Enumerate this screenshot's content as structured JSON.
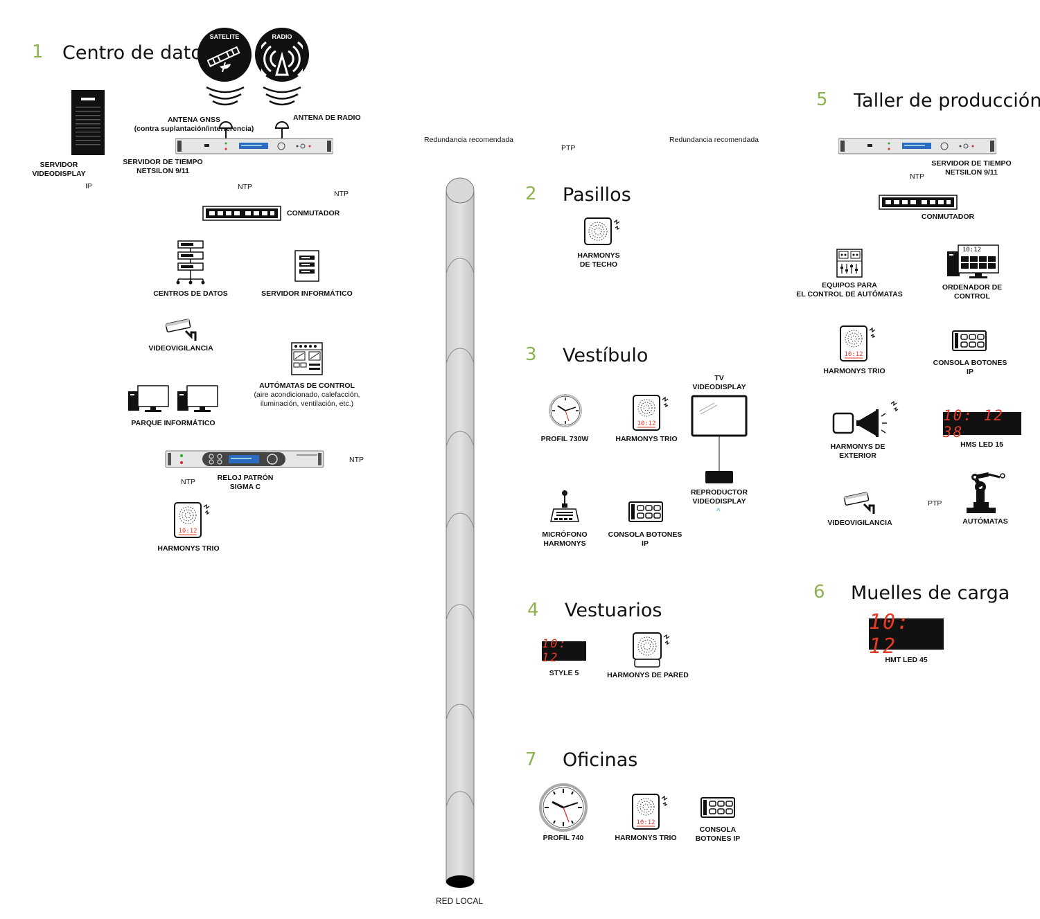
{
  "sections": {
    "s1": {
      "num": "1",
      "title": "Centro de datos"
    },
    "s2": {
      "num": "2",
      "title": "Pasillos"
    },
    "s3": {
      "num": "3",
      "title": "Vestíbulo"
    },
    "s4": {
      "num": "4",
      "title": "Vestuarios"
    },
    "s5": {
      "num": "5",
      "title": "Taller de producción"
    },
    "s6": {
      "num": "6",
      "title": "Muelles de carga"
    },
    "s7": {
      "num": "7",
      "title": "Oficinas"
    }
  },
  "badges": {
    "satellite": "SATELITE",
    "radio": "RADIO"
  },
  "datacenter": {
    "antenna_gnss_l1": "ANTENA GNSS",
    "antenna_gnss_l2": "(contra suplantación/interferencia)",
    "antenna_radio": "ANTENA DE RADIO",
    "server_vd_l1": "SERVIDOR",
    "server_vd_l2": "VIDEODISPLAY",
    "time_server_l1": "SERVIDOR DE TIEMPO",
    "time_server_l2": "NETSILON 9/11",
    "ip": "IP",
    "ntp1": "NTP",
    "ntp2": "NTP",
    "ntp3": "NTP",
    "ntp4": "NTP",
    "switch": "CONMUTADOR",
    "datacenters": "CENTROS DE DATOS",
    "it_server": "SERVIDOR INFORMÁTICO",
    "cctv": "VIDEOVIGILANCIA",
    "automata_l1": "AUTÓMATAS DE CONTROL",
    "automata_l2": "(aire acondicionado, calefacción,",
    "automata_l3": "iluminación, ventilación, etc.)",
    "it_park": "PARQUE INFORMÁTICO",
    "master_l1": "RELOJ PATRÓN",
    "master_l2": "SIGMA C",
    "harmonys_trio": "HARMONYS TRIO",
    "trio_time": "10:12"
  },
  "network": {
    "redundancy_left": "Redundancia recomendada",
    "redundancy_right": "Redundancia recomendada",
    "ptp": "PTP",
    "lan": "RED LOCAL"
  },
  "hallways": {
    "ceiling_l1": "HARMONYS",
    "ceiling_l2": "DE TECHO"
  },
  "lobby": {
    "profil730": "PROFIL 730W",
    "trio": "HARMONYS TRIO",
    "trio_time": "10:12",
    "tv_l1": "TV",
    "tv_l2": "VIDEODISPLAY",
    "player_l1": "REPRODUCTOR",
    "player_l2": "VIDEODISPLAY",
    "mic_l1": "MICRÓFONO",
    "mic_l2": "HARMONYS",
    "console_l1": "CONSOLA BOTONES",
    "console_l2": "IP"
  },
  "lockers": {
    "style5": "STYLE 5",
    "style5_time": "10: 12",
    "wall": "HARMONYS DE PARED"
  },
  "offices": {
    "profil740": "PROFIL 740",
    "trio": "HARMONYS TRIO",
    "trio_time": "10:12",
    "console_l1": "CONSOLA",
    "console_l2": "BOTONES IP"
  },
  "workshop": {
    "time_server_l1": "SERVIDOR DE TIEMPO",
    "time_server_l2": "NETSILON 9/11",
    "ntp": "NTP",
    "switch": "CONMUTADOR",
    "plc_l1": "EQUIPOS PARA",
    "plc_l2": "EL CONTROL DE AUTÓMATAS",
    "pc_l1": "ORDENADOR DE",
    "pc_l2": "CONTROL",
    "pc_time": "10:12",
    "trio": "HARMONYS TRIO",
    "trio_time": "10:12",
    "console_l1": "CONSOLA BOTONES",
    "console_l2": "IP",
    "outdoor_l1": "HARMONYS DE",
    "outdoor_l2": "EXTERIOR",
    "hms": "HMS LED 15",
    "hms_time": "10: 12  38",
    "cctv": "VIDEOVIGILANCIA",
    "ptp": "PTP",
    "robots": "AUTÓMATAS"
  },
  "docks": {
    "hmt": "HMT LED 45",
    "hmt_time": "10: 12"
  }
}
